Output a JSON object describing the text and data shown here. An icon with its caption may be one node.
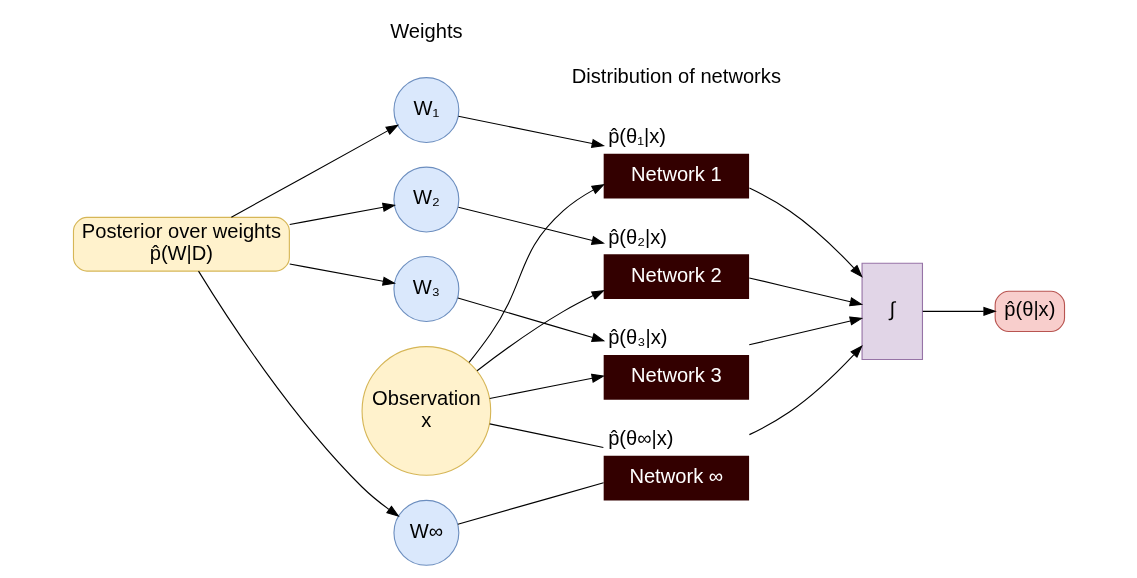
{
  "diagram": {
    "nodes": [
      {
        "text": [
          "Posterior over weights",
          "p̂(W|D)"
        ]
      },
      {
        "text": [
          "W₁"
        ]
      },
      {
        "text": [
          "W₂"
        ]
      },
      {
        "text": [
          "W₃"
        ]
      },
      {
        "text": [
          "W∞"
        ]
      },
      {
        "text": [
          "Observation",
          "x"
        ]
      },
      {
        "text": [
          "Network 1"
        ],
        "beside": [
          "p̂(θ₁|x)"
        ]
      },
      {
        "text": [
          "Network 2"
        ],
        "beside": [
          "p̂(θ₂|x)"
        ]
      },
      {
        "text": [
          "Network 3"
        ],
        "beside": [
          "p̂(θ₃|x)"
        ]
      },
      {
        "text": [
          "Network ∞"
        ],
        "beside": [
          "p̂(θ∞|x)"
        ]
      },
      {
        "text": [
          "∫"
        ]
      },
      {
        "text": [
          "p̂(θ|x)"
        ]
      }
    ],
    "edges": [
      {
        "from": 0,
        "to": 1,
        "arrow": "to"
      },
      {
        "from": 0,
        "to": 2,
        "arrow": "to"
      },
      {
        "from": 0,
        "to": 3,
        "arrow": "to"
      },
      {
        "from": 0,
        "to": 4,
        "arrow": "to"
      },
      {
        "from": 1,
        "to": 6,
        "arrow": "to"
      },
      {
        "from": 2,
        "to": 7,
        "arrow": "to"
      },
      {
        "from": 3,
        "to": 8,
        "arrow": "to"
      },
      {
        "from": 4,
        "to": 9,
        "arrow": "none"
      },
      {
        "from": 5,
        "to": 6,
        "arrow": "to"
      },
      {
        "from": 5,
        "to": 7,
        "arrow": "to"
      },
      {
        "from": 5,
        "to": 8,
        "arrow": "to"
      },
      {
        "from": 5,
        "to": 9,
        "arrow": "none"
      },
      {
        "from": 6,
        "to": 10,
        "arrow": "to"
      },
      {
        "from": 7,
        "to": 10,
        "arrow": "to"
      },
      {
        "from": 8,
        "to": 10,
        "arrow": "to"
      },
      {
        "from": 9,
        "to": 10,
        "arrow": "to"
      },
      {
        "from": 10,
        "to": 11,
        "arrow": "to"
      }
    ],
    "labels": [
      "Weights",
      "Distribution of networks"
    ]
  }
}
